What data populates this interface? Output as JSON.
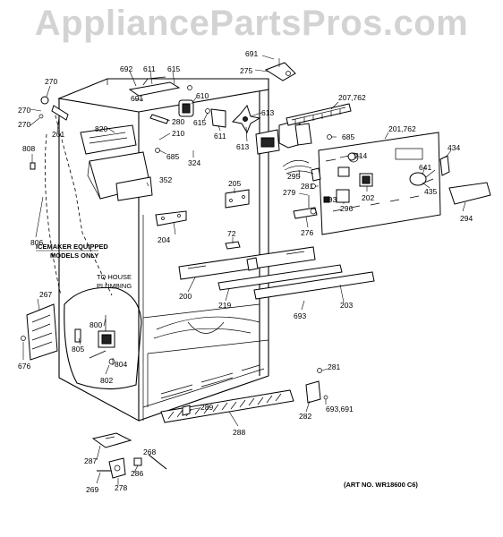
{
  "watermark": "AppliancePartsPros.com",
  "art_number": "(ART NO. WR18600 C6)",
  "notes": {
    "icemaker_line1": "ICEMAKER EQUIPPED",
    "icemaker_line2": "MODELS ONLY",
    "plumbing_line1": "TO HOUSE",
    "plumbing_line2": "PLUMBING"
  },
  "labels": {
    "p691_top": "691",
    "p275": "275",
    "p692": "692",
    "p611_top": "611",
    "p615_top": "615",
    "p691_mid": "691",
    "p610": "610",
    "p615_mid": "615",
    "p613_a": "613",
    "p613_b": "613",
    "p280": "280",
    "p611_mid": "611",
    "p207": "207,762",
    "p685_right": "685",
    "p201": "201,762",
    "p434": "434",
    "p270_top": "270",
    "p270_left": "270",
    "p270_b": "270",
    "p261": "261",
    "p820": "820",
    "p210": "210",
    "p685_left": "685",
    "p324": "324",
    "p214": "214",
    "p641": "641",
    "p808": "808",
    "p352": "352",
    "p295": "295",
    "p281_top": "281",
    "p279": "279",
    "p693_a": "693",
    "p296": "296",
    "p202": "202",
    "p435": "435",
    "p205": "205",
    "p294": "294",
    "p276": "276",
    "p204": "204",
    "p72": "72",
    "p806": "806",
    "p267": "267",
    "p200": "200",
    "p219": "219",
    "p203": "203",
    "p693_b": "693",
    "p800": "800",
    "p805": "805",
    "p676": "676",
    "p804": "804",
    "p802": "802",
    "p281_bot": "281",
    "p282": "282",
    "p693_691": "693,691",
    "p289": "289",
    "p288": "288",
    "p268": "268",
    "p287": "287",
    "p286": "286",
    "p269": "269",
    "p278": "278"
  }
}
